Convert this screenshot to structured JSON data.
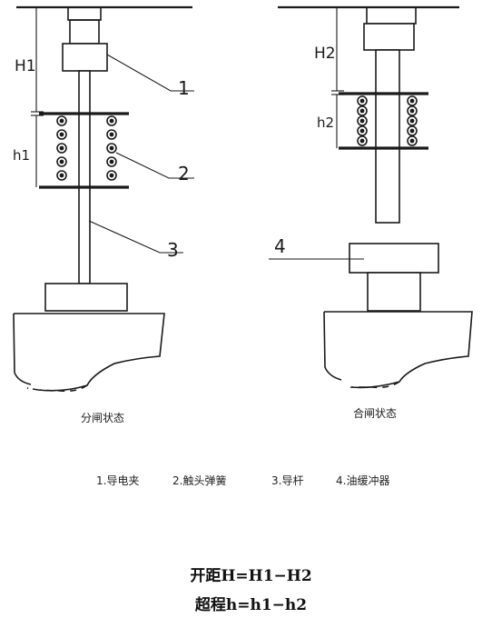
{
  "labels": {
    "H1": "H1",
    "H2": "H2",
    "h1": "h1",
    "h2": "h2",
    "n1": "1",
    "n2": "2",
    "n3": "3",
    "n4": "4"
  },
  "captions": {
    "open": "分闸状态",
    "closed": "合闸状态"
  },
  "legend": [
    "1.导电夹",
    "2.触头弹簧",
    "3.导杆",
    "4.油缓冲器"
  ],
  "formulas": {
    "open_distance": "开距H=H1−H2",
    "overtravel": "超程h=h1−h2"
  }
}
